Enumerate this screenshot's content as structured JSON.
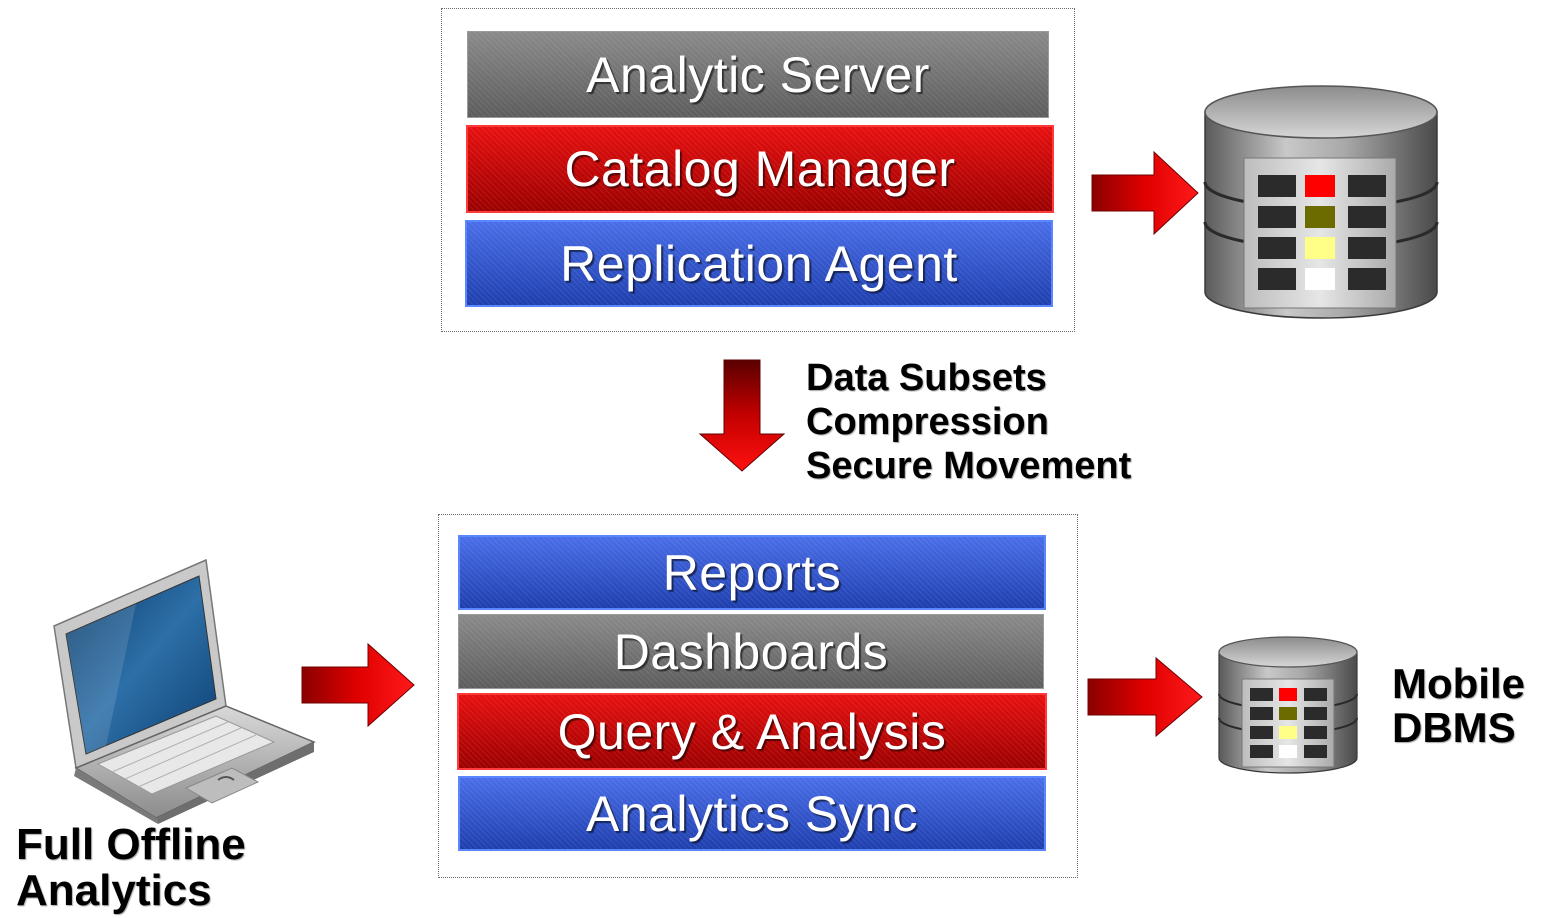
{
  "server_stack": {
    "layers": [
      {
        "label": "Analytic Server",
        "color": "gray"
      },
      {
        "label": "Catalog Manager",
        "color": "red"
      },
      {
        "label": "Replication Agent",
        "color": "blue"
      }
    ]
  },
  "transfer": {
    "lines": [
      "Data Subsets",
      "Compression",
      "Secure Movement"
    ]
  },
  "client_stack": {
    "layers": [
      {
        "label": "Reports",
        "color": "blue"
      },
      {
        "label": "Dashboards",
        "color": "gray"
      },
      {
        "label": "Query & Analysis",
        "color": "red"
      },
      {
        "label": "Analytics Sync",
        "color": "blue"
      }
    ]
  },
  "laptop": {
    "caption_line1": "Full Offline",
    "caption_line2": "Analytics",
    "icon": "laptop-icon"
  },
  "mobile_db": {
    "caption_line1": "Mobile",
    "caption_line2": "DBMS",
    "icon": "database-icon"
  },
  "server_db": {
    "icon": "database-icon"
  },
  "colors": {
    "red": "#d40000",
    "blue": "#2f52cc",
    "gray": "#6e6e6e"
  }
}
